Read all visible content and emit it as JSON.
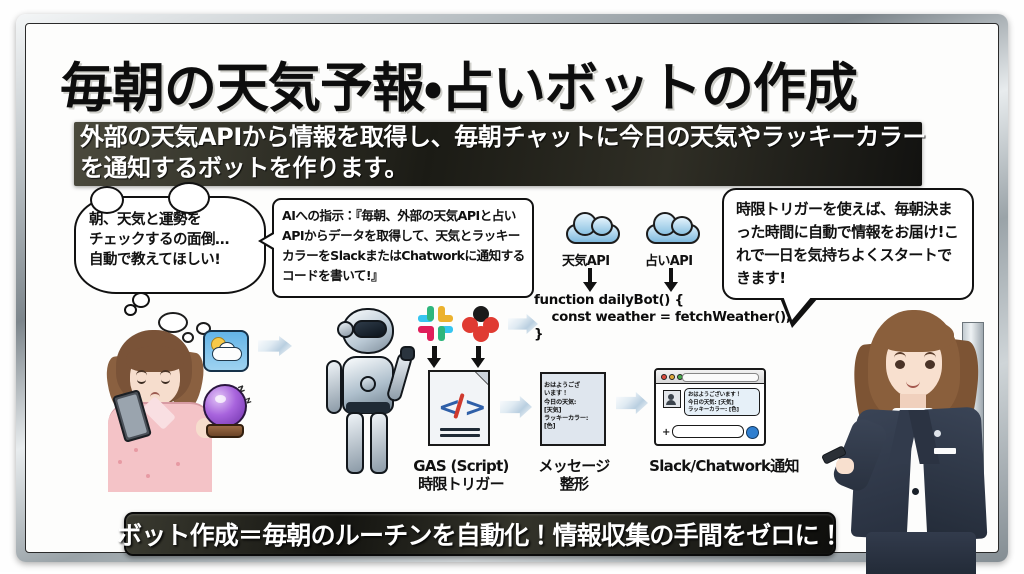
{
  "header": {
    "title": "毎朝の天気予報・占いボットの作成",
    "subtitle": "外部の天気APIから情報を取得し、毎朝チャットに今日の天気やラッキーカラーを通知するボットを作ります。"
  },
  "bubbles": {
    "user_problem": "朝、天気と運勢を\nチェックするの面倒…\n自動で教えてほしい!",
    "ai_prompt": "AIへの指示：『毎朝、外部の天気APIと占いAPIからデータを取得して、天気とラッキーカラーをSlackまたはChatworkに通知するコードを書いて!』",
    "presenter_tip": "時限トリガーを使えば、毎朝決まった時間に自動で情報をお届け!これで一日を気持ちよくスタートできます!"
  },
  "apis": [
    {
      "label": "天気API",
      "icon": "cloud-icon"
    },
    {
      "label": "占いAPI",
      "icon": "cloud-icon"
    }
  ],
  "code_snippet": "function dailyBot() {\n    const weather = fetchWeather();\n}",
  "logos": [
    {
      "name": "slack-logo",
      "label": "Slack"
    },
    {
      "name": "chatwork-logo",
      "label": "Chatwork"
    }
  ],
  "flow": [
    {
      "name": "gas-script-node",
      "label_line1": "GAS (Script)",
      "label_line2": "時限トリガー",
      "icon": "code-document-icon"
    },
    {
      "name": "message-format-node",
      "label_line1": "メッセージ",
      "label_line2": "整形",
      "icon": "message-card-icon"
    },
    {
      "name": "chat-notify-node",
      "label_line1": "Slack/Chatwork通知",
      "label_line2": "",
      "icon": "chat-window-icon"
    }
  ],
  "message_card": {
    "lines": [
      "おはようござ",
      "います！",
      "今日の天気:",
      "[天気]",
      "ラッキーカラー:",
      "[色]"
    ]
  },
  "chat_window": {
    "message_lines": [
      "おはようございます！",
      "今日の天気: [天気]",
      "ラッキーカラー: [色]"
    ],
    "dots": [
      "#d94a3d",
      "#e0a93b",
      "#4aa84f"
    ]
  },
  "banner": {
    "text": "ボット作成＝毎朝のルーチンを自動化！情報収集の手間をゼロに！"
  },
  "characters": {
    "user": "tired-woman-with-phone",
    "robot": "ai-robot",
    "presenter": "business-woman-presenter"
  },
  "icons": {
    "weather": "sun-cloud-icon",
    "fortune": "crystal-ball-icon"
  },
  "colors": {
    "frame": "#9aa3a8",
    "banner_bg": "#141410",
    "slack_blue": "#36C5F0",
    "slack_green": "#2EB67D",
    "slack_red": "#E01E5A",
    "slack_yellow": "#ECB22E",
    "chatwork_red": "#E03B32",
    "code_blue": "#2f5fa8",
    "accent_purple": "#6c2fa8"
  }
}
